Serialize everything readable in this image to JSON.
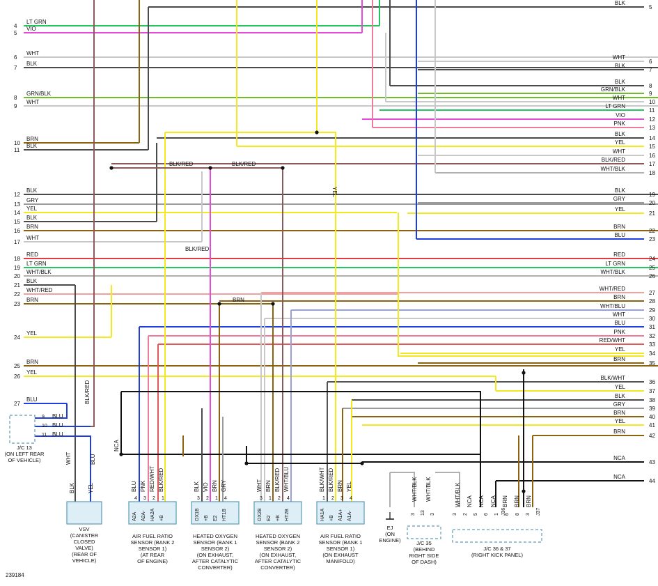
{
  "figure_id": "239184",
  "colors": {
    "BLK": "#4a4a4a",
    "LT GRN": "#22c55e",
    "VIO": "#e64ad9",
    "WHT": "#c8c8c8",
    "GRN/BLK": "#6dbb2f",
    "BRN": "#8a6210",
    "GRY": "#9a9a9a",
    "YEL": "#f2ea1f",
    "RED": "#e23b3b",
    "WHT/BLK": "#b0b0b0",
    "WHT/RED": "#f0a0a0",
    "BLU": "#1f3ce0",
    "PNK": "#f07a9a",
    "RED/WHT": "#e05858",
    "BLK/RED": "#8b5a5a",
    "BLK/WHT": "#555555",
    "NCA": "#111111",
    "WHT/BLU": "#9aa0d8",
    "box": "#5e9ab8",
    "boxfill": "#ddeef6"
  },
  "left_wires": [
    {
      "num": "4",
      "label": "LT GRN"
    },
    {
      "num": "5",
      "label": "VIO"
    },
    {
      "num": "6",
      "label": "WHT"
    },
    {
      "num": "7",
      "label": "BLK"
    },
    {
      "num": "8",
      "label": "GRN/BLK"
    },
    {
      "num": "9",
      "label": "WHT"
    },
    {
      "num": "10",
      "label": "BRN"
    },
    {
      "num": "11",
      "label": "BLK"
    },
    {
      "num": "12",
      "label": "BLK"
    },
    {
      "num": "13",
      "label": "GRY"
    },
    {
      "num": "14",
      "label": "YEL"
    },
    {
      "num": "15",
      "label": "BLK"
    },
    {
      "num": "16",
      "label": "BRN"
    },
    {
      "num": "17",
      "label": "WHT"
    },
    {
      "num": "18",
      "label": "RED"
    },
    {
      "num": "19",
      "label": "LT GRN"
    },
    {
      "num": "20",
      "label": "WHT/BLK"
    },
    {
      "num": "21",
      "label": "BLK"
    },
    {
      "num": "22",
      "label": "WHT/RED"
    },
    {
      "num": "23",
      "label": "BRN"
    },
    {
      "num": "24",
      "label": "YEL"
    },
    {
      "num": "25",
      "label": "BRN"
    },
    {
      "num": "26",
      "label": "YEL"
    },
    {
      "num": "27",
      "label": "BLU"
    }
  ],
  "right_wires": [
    {
      "num": "5",
      "label": "BLK"
    },
    {
      "num": "6",
      "label": "WHT"
    },
    {
      "num": "7",
      "label": "BLK"
    },
    {
      "num": "8",
      "label": "BLK"
    },
    {
      "num": "9",
      "label": "GRN/BLK"
    },
    {
      "num": "10",
      "label": "WHT"
    },
    {
      "num": "11",
      "label": "LT GRN"
    },
    {
      "num": "12",
      "label": "VIO"
    },
    {
      "num": "13",
      "label": "PNK"
    },
    {
      "num": "14",
      "label": "BLK"
    },
    {
      "num": "15",
      "label": "YEL"
    },
    {
      "num": "16",
      "label": "WHT"
    },
    {
      "num": "17",
      "label": "BLK/RED"
    },
    {
      "num": "18",
      "label": "WHT/BLK"
    },
    {
      "num": "19",
      "label": "BLK"
    },
    {
      "num": "20",
      "label": "GRY"
    },
    {
      "num": "21",
      "label": "YEL"
    },
    {
      "num": "22",
      "label": "BRN"
    },
    {
      "num": "23",
      "label": "BLU"
    },
    {
      "num": "24",
      "label": "RED"
    },
    {
      "num": "25",
      "label": "LT GRN"
    },
    {
      "num": "26",
      "label": "WHT/BLK"
    },
    {
      "num": "27",
      "label": "WHT/RED"
    },
    {
      "num": "28",
      "label": "BRN"
    },
    {
      "num": "29",
      "label": "WHT/BLU"
    },
    {
      "num": "30",
      "label": "WHT"
    },
    {
      "num": "31",
      "label": "BLU"
    },
    {
      "num": "32",
      "label": "PNK"
    },
    {
      "num": "33",
      "label": "RED/WHT"
    },
    {
      "num": "34",
      "label": "YEL"
    },
    {
      "num": "35",
      "label": "BRN"
    },
    {
      "num": "36",
      "label": "BLK/WHT"
    },
    {
      "num": "37",
      "label": "YEL"
    },
    {
      "num": "38",
      "label": "BLK"
    },
    {
      "num": "39",
      "label": "GRY"
    },
    {
      "num": "40",
      "label": "BRN"
    },
    {
      "num": "41",
      "label": "YEL"
    },
    {
      "num": "42",
      "label": "BRN"
    },
    {
      "num": "43",
      "label": "NCA"
    },
    {
      "num": "44",
      "label": "NCA"
    }
  ],
  "mid_labels": {
    "blkred_a": "BLK/RED",
    "blkred_b": "BLK/RED",
    "blkred_c": "BLK/RED",
    "brn_mid": "BRN",
    "yel_vert": "YEL",
    "blkred_vsv": "BLK/RED",
    "nca_left": "NCA"
  },
  "jc13": {
    "pins": [
      {
        "num": "9",
        "label": "BLU"
      },
      {
        "num": "10",
        "label": "BLU"
      },
      {
        "num": "11",
        "label": "BLU"
      }
    ],
    "caption": [
      "J/C 13",
      "(ON LEFT REAR",
      "OF VEHICLE)"
    ]
  },
  "vsv": {
    "wires": [
      "WHT",
      "BLU",
      "BLK",
      "YEL"
    ],
    "caption": [
      "VSV",
      "(CANISTER",
      "CLOSED",
      "VALVE)",
      "(REAR OF",
      "VEHICLE)"
    ]
  },
  "components": [
    {
      "wires": [
        "BLU",
        "PNK",
        "RED/WHT",
        "BLK/RED"
      ],
      "pins": [
        "4",
        "3",
        "2",
        "1"
      ],
      "terms": [
        "A2A",
        "A2A-",
        "HA2A",
        "+B"
      ],
      "caption": [
        "AIR FUEL RATIO",
        "SENSOR (BANK 2",
        "SENSOR 1)",
        "(AT REAR",
        "OF ENGINE)"
      ]
    },
    {
      "wires": [
        "BLK",
        "VIO",
        "BRN",
        "GRY"
      ],
      "pins": [
        "3",
        "2",
        "1",
        "4"
      ],
      "terms": [
        "OX1B",
        "+B",
        "E2",
        "HT1B"
      ],
      "caption": [
        "HEATED OXYGEN",
        "SENSOR (BANK 1",
        "SENSOR 2)",
        "(ON EXHAUST,",
        "AFTER CATALYTIC",
        "CONVERTER)"
      ]
    },
    {
      "wires": [
        "WHT",
        "BRN",
        "BLK/RED",
        "WHT/BLU"
      ],
      "pins": [
        "3",
        "1",
        "2",
        "4"
      ],
      "terms": [
        "OX2B",
        "E2",
        "+B",
        "HT2B"
      ],
      "caption": [
        "HEATED OXYGEN",
        "SENSOR (BANK 2",
        "SENSOR 2)",
        "(ON EXHAUST,",
        "AFTER CATALYTIC",
        "CONVERTER)"
      ]
    },
    {
      "wires": [
        "BLK/WHT",
        "BLK/RED",
        "BRN",
        "YEL"
      ],
      "pins": [
        "1",
        "2",
        "3",
        "4"
      ],
      "terms": [
        "HA1A",
        "+B",
        "A1A+",
        "A1A-"
      ],
      "caption": [
        "AIR FUEL RATIO",
        "SENSOR (BANK 1",
        "SENSOR 1)",
        "(ON EXHAUST",
        "MANIFOLD)"
      ]
    }
  ],
  "ej": {
    "label": "EJ",
    "caption": [
      "(ON",
      "ENGINE)"
    ]
  },
  "jc35": {
    "wires": [
      "WHT/BLK",
      "WHT/BLK"
    ],
    "pins": [
      "3",
      "13",
      "3"
    ],
    "caption": [
      "J/C 35",
      "(BEHIND",
      "RIGHT SIDE",
      "OF DASH)"
    ]
  },
  "jc3637": {
    "wires": [
      "WHT/BLK",
      "NCA",
      "NCA",
      "NCA",
      "BRN",
      "BRN",
      "BRN"
    ],
    "pins": [
      "3",
      "2",
      "5",
      "6",
      "1",
      "6",
      "8",
      "3"
    ],
    "j_labels": [
      "J36",
      "J37"
    ],
    "caption": [
      "J/C 36 & 37",
      "(RIGHT KICK PANEL)"
    ]
  }
}
